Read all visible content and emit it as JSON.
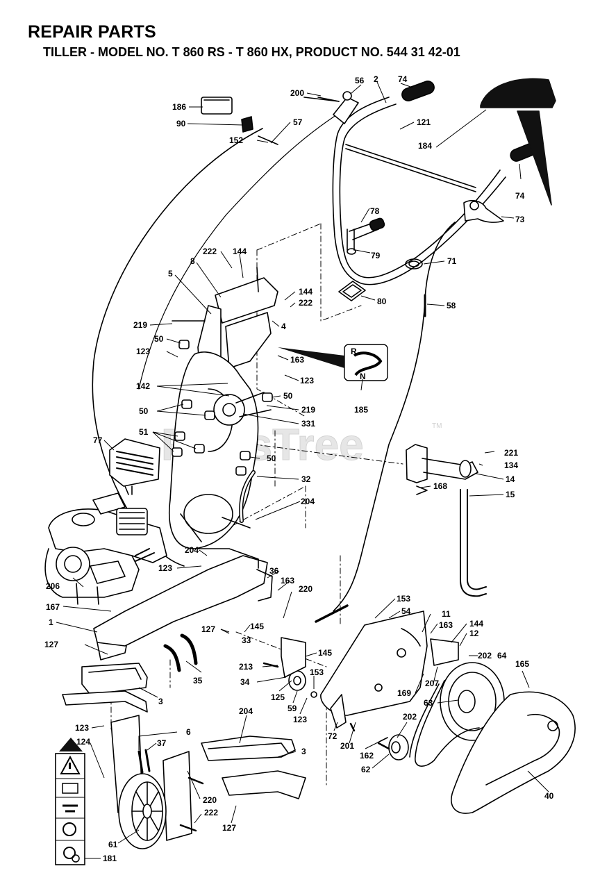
{
  "header": {
    "title": "REPAIR PARTS",
    "subtitle": "TILLER - MODEL NO. T 860 RS - T 860 HX, PRODUCT NO. 544 31 42-01"
  },
  "watermark": {
    "text": "PartsTree",
    "trademark": "TM"
  },
  "shift_plate": {
    "positions": [
      "R",
      "N"
    ]
  },
  "callouts": [
    {
      "id": "c-2",
      "num": "2"
    },
    {
      "id": "c-56",
      "num": "56"
    },
    {
      "id": "c-74a",
      "num": "74"
    },
    {
      "id": "c-200",
      "num": "200"
    },
    {
      "id": "c-186",
      "num": "186"
    },
    {
      "id": "c-90",
      "num": "90"
    },
    {
      "id": "c-57",
      "num": "57"
    },
    {
      "id": "c-121",
      "num": "121"
    },
    {
      "id": "c-152",
      "num": "152"
    },
    {
      "id": "c-184",
      "num": "184"
    },
    {
      "id": "c-74b",
      "num": "74"
    },
    {
      "id": "c-78",
      "num": "78"
    },
    {
      "id": "c-73",
      "num": "73"
    },
    {
      "id": "c-222a",
      "num": "222"
    },
    {
      "id": "c-144a",
      "num": "144"
    },
    {
      "id": "c-79",
      "num": "79"
    },
    {
      "id": "c-71",
      "num": "71"
    },
    {
      "id": "c-8",
      "num": "8"
    },
    {
      "id": "c-5",
      "num": "5"
    },
    {
      "id": "c-144b",
      "num": "144"
    },
    {
      "id": "c-222b",
      "num": "222"
    },
    {
      "id": "c-80",
      "num": "80"
    },
    {
      "id": "c-58",
      "num": "58"
    },
    {
      "id": "c-4",
      "num": "4"
    },
    {
      "id": "c-219a",
      "num": "219"
    },
    {
      "id": "c-50a",
      "num": "50"
    },
    {
      "id": "c-163a",
      "num": "163"
    },
    {
      "id": "c-123a",
      "num": "123"
    },
    {
      "id": "c-123b",
      "num": "123"
    },
    {
      "id": "c-142",
      "num": "142"
    },
    {
      "id": "c-185",
      "num": "185"
    },
    {
      "id": "c-50b",
      "num": "50"
    },
    {
      "id": "c-50c",
      "num": "50"
    },
    {
      "id": "c-219b",
      "num": "219"
    },
    {
      "id": "c-331",
      "num": "331"
    },
    {
      "id": "c-77",
      "num": "77"
    },
    {
      "id": "c-51",
      "num": "51"
    },
    {
      "id": "c-221",
      "num": "221"
    },
    {
      "id": "c-134",
      "num": "134"
    },
    {
      "id": "c-50d",
      "num": "50"
    },
    {
      "id": "c-14",
      "num": "14"
    },
    {
      "id": "c-32",
      "num": "32"
    },
    {
      "id": "c-168",
      "num": "168"
    },
    {
      "id": "c-15",
      "num": "15"
    },
    {
      "id": "c-204a",
      "num": "204"
    },
    {
      "id": "c-204b",
      "num": "204"
    },
    {
      "id": "c-123c",
      "num": "123"
    },
    {
      "id": "c-36",
      "num": "36"
    },
    {
      "id": "c-206",
      "num": "206"
    },
    {
      "id": "c-163b",
      "num": "163"
    },
    {
      "id": "c-220a",
      "num": "220"
    },
    {
      "id": "c-167",
      "num": "167"
    },
    {
      "id": "c-153a",
      "num": "153"
    },
    {
      "id": "c-54",
      "num": "54"
    },
    {
      "id": "c-1",
      "num": "1"
    },
    {
      "id": "c-11",
      "num": "11"
    },
    {
      "id": "c-144c",
      "num": "144"
    },
    {
      "id": "c-127a",
      "num": "127"
    },
    {
      "id": "c-145a",
      "num": "145"
    },
    {
      "id": "c-163c",
      "num": "163"
    },
    {
      "id": "c-12",
      "num": "12"
    },
    {
      "id": "c-33",
      "num": "33"
    },
    {
      "id": "c-127b",
      "num": "127"
    },
    {
      "id": "c-145b",
      "num": "145"
    },
    {
      "id": "c-202a",
      "num": "202"
    },
    {
      "id": "c-64",
      "num": "64"
    },
    {
      "id": "c-213",
      "num": "213"
    },
    {
      "id": "c-165",
      "num": "165"
    },
    {
      "id": "c-35",
      "num": "35"
    },
    {
      "id": "c-34",
      "num": "34"
    },
    {
      "id": "c-153b",
      "num": "153"
    },
    {
      "id": "c-3a",
      "num": "3"
    },
    {
      "id": "c-169",
      "num": "169"
    },
    {
      "id": "c-207",
      "num": "207"
    },
    {
      "id": "c-125",
      "num": "125"
    },
    {
      "id": "c-59",
      "num": "59"
    },
    {
      "id": "c-123d",
      "num": "123"
    },
    {
      "id": "c-63",
      "num": "63"
    },
    {
      "id": "c-204c",
      "num": "204"
    },
    {
      "id": "c-202b",
      "num": "202"
    },
    {
      "id": "c-123e",
      "num": "123"
    },
    {
      "id": "c-6",
      "num": "6"
    },
    {
      "id": "c-72",
      "num": "72"
    },
    {
      "id": "c-201",
      "num": "201"
    },
    {
      "id": "c-3b",
      "num": "3"
    },
    {
      "id": "c-124",
      "num": "124"
    },
    {
      "id": "c-37",
      "num": "37"
    },
    {
      "id": "c-162",
      "num": "162"
    },
    {
      "id": "c-62",
      "num": "62"
    },
    {
      "id": "c-220b",
      "num": "220"
    },
    {
      "id": "c-222c",
      "num": "222"
    },
    {
      "id": "c-127c",
      "num": "127"
    },
    {
      "id": "c-40",
      "num": "40"
    },
    {
      "id": "c-61",
      "num": "61"
    },
    {
      "id": "c-181",
      "num": "181"
    }
  ]
}
